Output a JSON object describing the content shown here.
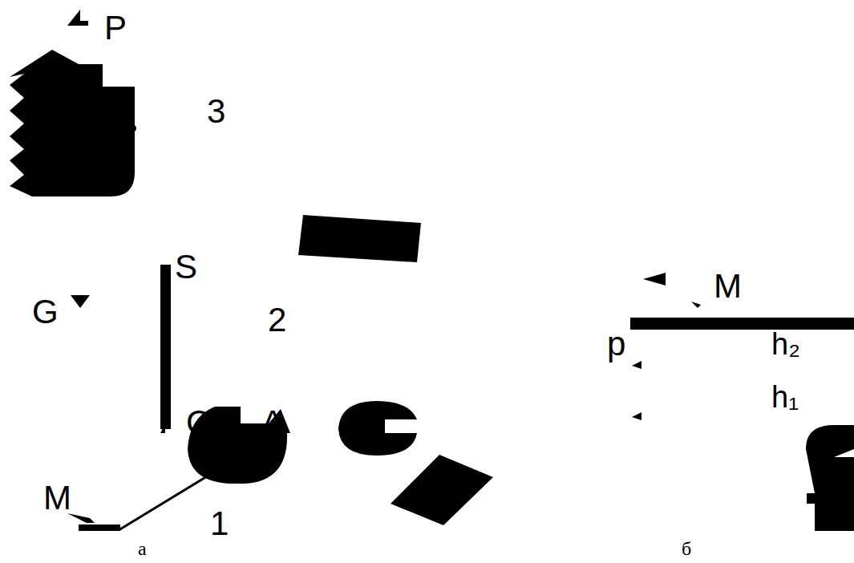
{
  "diagram": {
    "labels": [
      "P",
      "3",
      "S",
      "G",
      "2",
      "C",
      "A",
      "M",
      "1",
      "а",
      "б",
      "M",
      "p",
      "h₂",
      "h₁"
    ]
  }
}
